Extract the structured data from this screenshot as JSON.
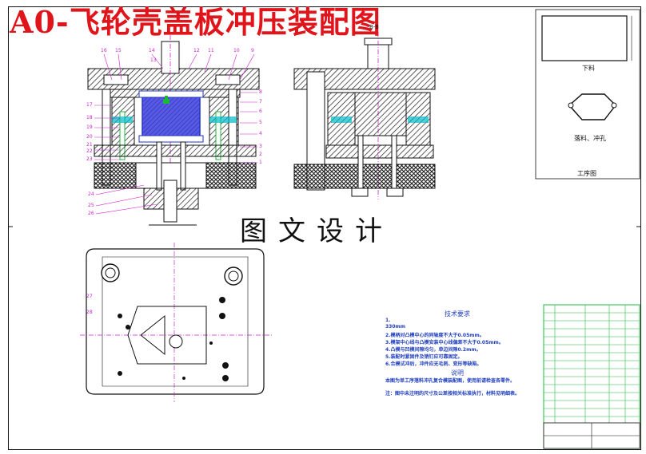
{
  "drawing": {
    "title": "A0-飞轮壳盖板冲压装配图",
    "subtitle": "图文设计",
    "section_label": "B-B"
  },
  "process_panel": {
    "step_blanking": "下料",
    "step_punching": "落料、冲孔",
    "panel_title": "工序图"
  },
  "tech_requirements": {
    "heading": "技术要求",
    "lines": [
      "1.",
      "330mm",
      "2.模柄对凸模中心的同轴度不大于0.05mm。",
      "3.模架中心线与凸模安装中心线偏差不大于0.05mm。",
      "4.凸模与凹模间隙均匀，单边间隙0.2mm。",
      "5.装配时紧固件及销钉应可靠固定。",
      "6.合模试冲后，冲件应无毛刺、变形等缺陷。"
    ],
    "explanation_heading": "说明",
    "explanation_text": "本图为单工序落料冲孔复合模装配图，使用前请检查各零件。",
    "footer_note": "注：图中未注明的尺寸及公差按相关标准执行，材料见明细表。"
  },
  "part_numbers": {
    "left_top": [
      "16",
      "15",
      "14",
      "13",
      "12",
      "11",
      "10",
      "9"
    ],
    "left_side": [
      "17",
      "18",
      "19",
      "20",
      "21",
      "22",
      "23"
    ],
    "right_side": [
      "8",
      "7",
      "6",
      "5",
      "4",
      "3",
      "2",
      "1"
    ],
    "bottom": [
      "24",
      "25",
      "26"
    ],
    "plan_view": [
      "27",
      "28"
    ]
  },
  "colors": {
    "title": "#e0151c",
    "outline": "#111111",
    "blue": "#2233cc",
    "cyan": "#00b8c8",
    "green": "#19b83a",
    "magenta": "#cc22cc",
    "purple_fill": "#5a5ae0",
    "hatch": "#1a1a1a",
    "bom_green": "#1dbe3b"
  }
}
